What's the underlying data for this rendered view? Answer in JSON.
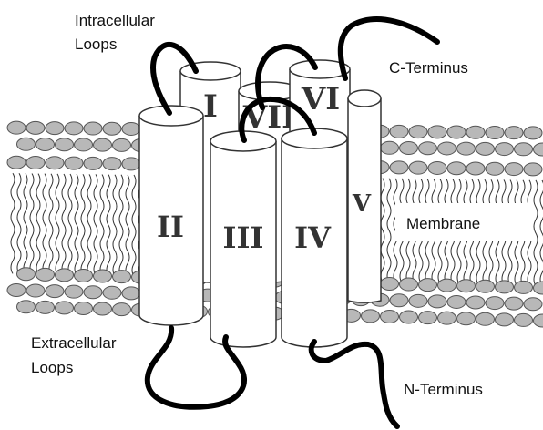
{
  "labels": {
    "intracellular_loops_line1": "Intracellular",
    "intracellular_loops_line2": "Loops",
    "c_terminus": "C-Terminus",
    "membrane": "Membrane",
    "extracellular_loops_line1": "Extracellular",
    "extracellular_loops_line2": "Loops",
    "n_terminus": "N-Terminus"
  },
  "helices": [
    {
      "id": "I",
      "label": "I"
    },
    {
      "id": "II",
      "label": "II"
    },
    {
      "id": "III",
      "label": "III"
    },
    {
      "id": "IV",
      "label": "IV"
    },
    {
      "id": "V",
      "label": "V"
    },
    {
      "id": "VI",
      "label": "VI"
    },
    {
      "id": "VII",
      "label": "VII"
    }
  ],
  "colors": {
    "lipid_head": "#b8b8b8",
    "lipid_head_stroke": "#555555",
    "helix_fill": "#ffffff",
    "helix_stroke": "#333333",
    "loop": "#000000",
    "tail": "#333333"
  }
}
